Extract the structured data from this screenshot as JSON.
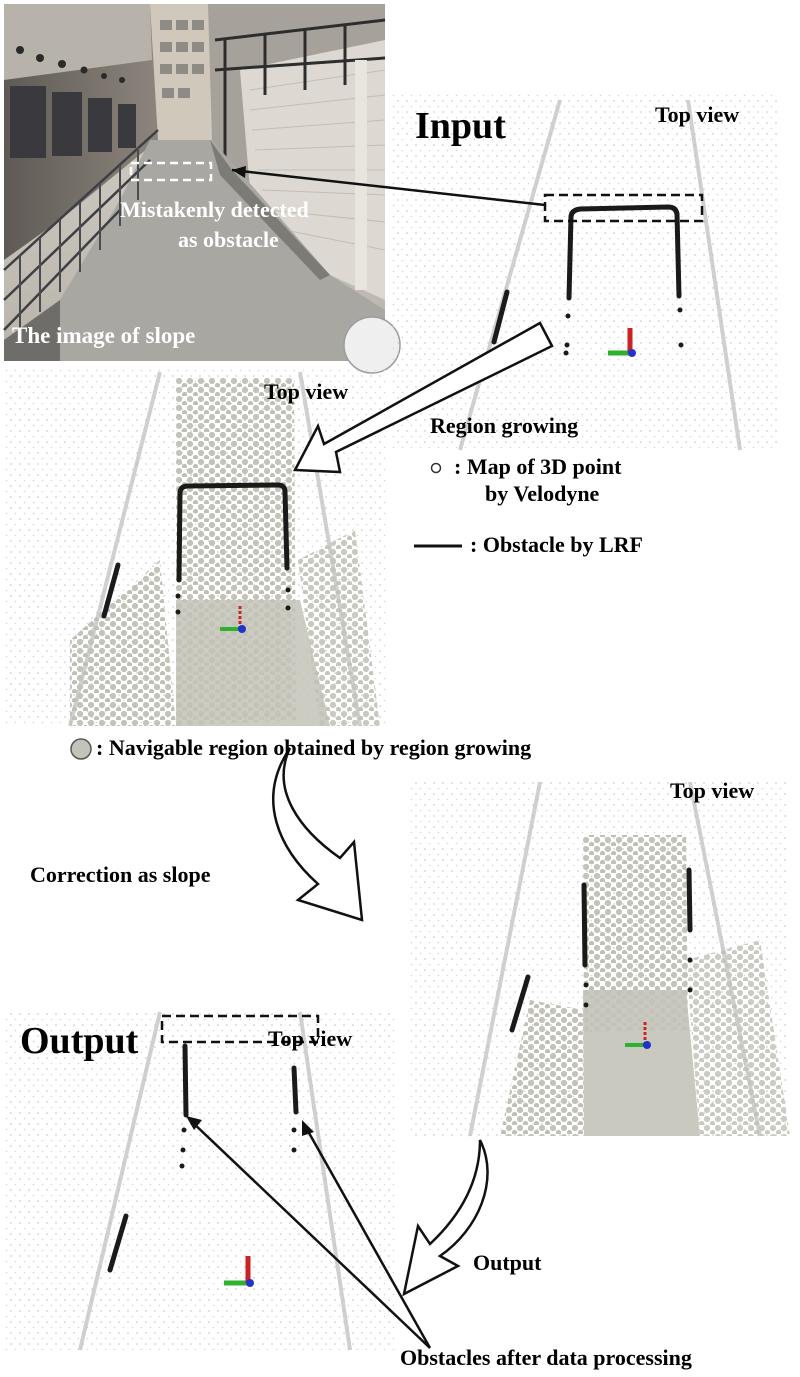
{
  "texts": {
    "input_title": "Input",
    "output_title": "Output",
    "top_view": "Top view",
    "photo_caption": "The image of slope",
    "mistake_line1": "Mistakenly detected",
    "mistake_line2": "as obstacle",
    "region_growing": "Region growing",
    "legend_velodyne_line1": ": Map of 3D point",
    "legend_velodyne_line2": "by Velodyne",
    "legend_lrf": ": Obstacle by LRF",
    "legend_navigable": ": Navigable region obtained by region growing",
    "correction": "Correction as slope",
    "output_arrow_label": "Output",
    "obstacles_after": "Obstacles after data processing"
  },
  "colors": {
    "point_cloud": "#c9c9c9",
    "navigable": "#c3c3b9",
    "obstacle": "#1a1a1a",
    "axis_x": "#2fb12f",
    "axis_y": "#cc2222",
    "axis_z": "#2233cc"
  }
}
